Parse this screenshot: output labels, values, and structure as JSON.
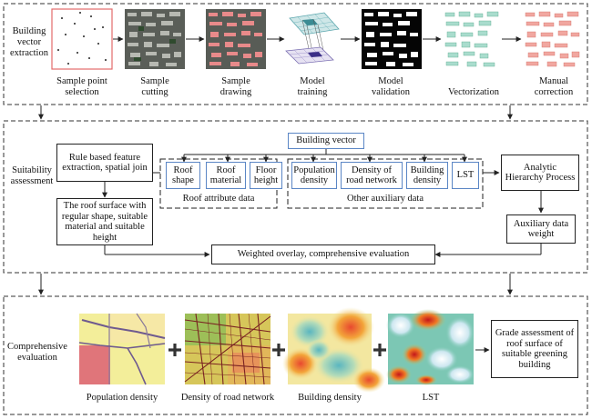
{
  "stage1": {
    "label": "Building vector extraction",
    "steps": [
      "Sample point selection",
      "Sample cutting",
      "Sample drawing",
      "Model training",
      "Model validation",
      "Vectorization",
      "Manual correction"
    ]
  },
  "stage2": {
    "label": "Suitability assessment",
    "building_vector": "Building vector",
    "rule_box": "Rule based feature extraction, spatial join",
    "roof_surface_box": "The roof surface with regular shape, suitable material and suitable height",
    "roof_attrs": [
      "Roof shape",
      "Roof material",
      "Floor height"
    ],
    "roof_attr_group": "Roof attribute data",
    "aux": [
      "Population density",
      "Density of road network",
      "Building density",
      "LST"
    ],
    "aux_group": "Other auxiliary data",
    "ahp": "Analytic Hierarchy Process",
    "aux_weight": "Auxiliary data weight",
    "overlay": "Weighted overlay,  comprehensive evaluation"
  },
  "stage3": {
    "label": "Comprehensive evaluation",
    "maps": [
      "Population density",
      "Density of road network",
      "Building density",
      "LST"
    ],
    "result": "Grade assessment of roof surface of suitable greening building"
  },
  "colors": {
    "blue_border": "#5b86c5",
    "map_yellow": "#f3ee9a",
    "map_red": "#e0757a",
    "heat_green": "#7cc7b4",
    "heat_red": "#e8492f"
  }
}
